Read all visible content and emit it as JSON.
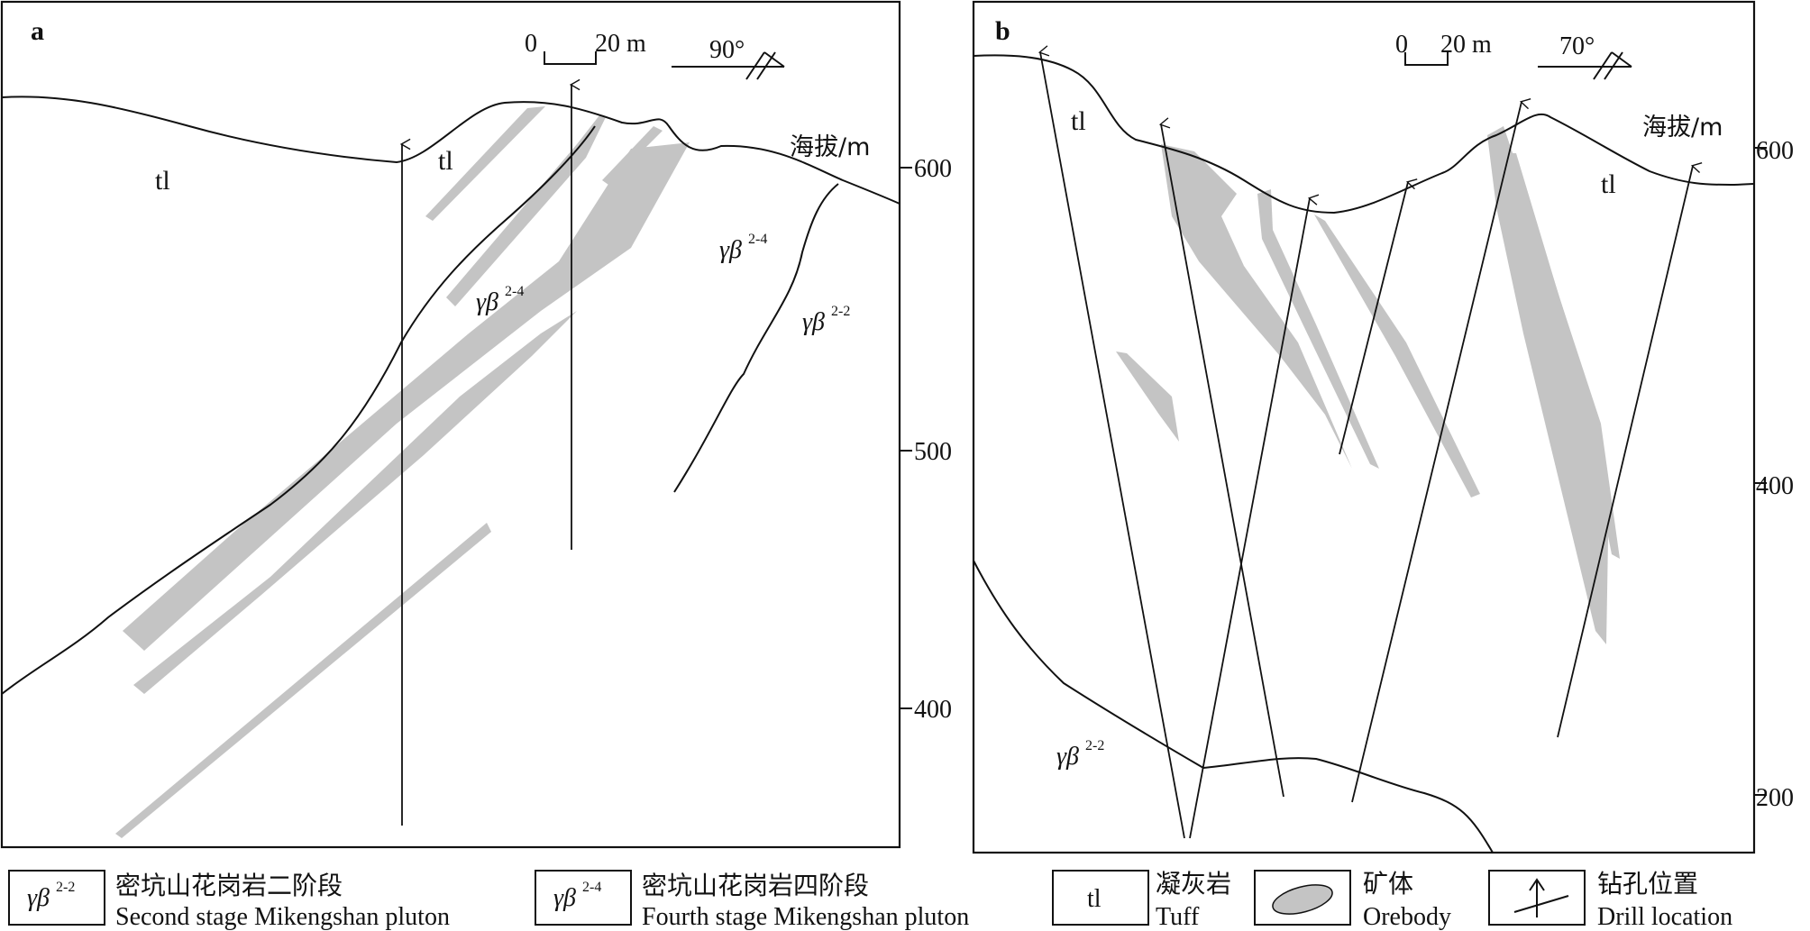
{
  "panel_a": {
    "letter": "a",
    "scale": {
      "zero": "0",
      "max": "20 m"
    },
    "strike": {
      "angle": "90°"
    },
    "elevation_label": "海拔/m",
    "elevation_ticks": [
      "600",
      "500",
      "400"
    ],
    "unit_labels": {
      "tl_1": "tl",
      "tl_2": "tl",
      "gb24_center_base": "γβ",
      "gb24_center_sup": "2-4",
      "gb24_right_base": "γβ",
      "gb24_right_sup": "2-4",
      "gb22_right_base": "γβ",
      "gb22_right_sup": "2-2"
    }
  },
  "panel_b": {
    "letter": "b",
    "scale": {
      "zero": "0",
      "max": "20 m"
    },
    "strike": {
      "angle": "70°"
    },
    "elevation_label": "海拔/m",
    "elevation_ticks": [
      "600",
      "400",
      "200"
    ],
    "unit_labels": {
      "tl_1": "tl",
      "tl_2": "tl",
      "gb22_base": "γβ",
      "gb22_sup": "2-2"
    }
  },
  "legend": {
    "items": [
      {
        "symbol_base": "γβ",
        "symbol_sup": "2-2",
        "cn": "密坑山花岗岩二阶段",
        "en": "Second stage Mikengshan pluton"
      },
      {
        "symbol_base": "γβ",
        "symbol_sup": "2-4",
        "cn": "密坑山花岗岩四阶段",
        "en": "Fourth stage Mikengshan pluton"
      },
      {
        "symbol_text": "tl",
        "cn": "凝灰岩",
        "en": "Tuff"
      },
      {
        "symbol_icon": "orebody-icon",
        "cn": "矿体",
        "en": "Orebody"
      },
      {
        "symbol_icon": "drill-icon",
        "cn": "钻孔位置",
        "en": "Drill location"
      }
    ]
  },
  "colors": {
    "ore": "#c4c4c4",
    "line": "#111111"
  }
}
